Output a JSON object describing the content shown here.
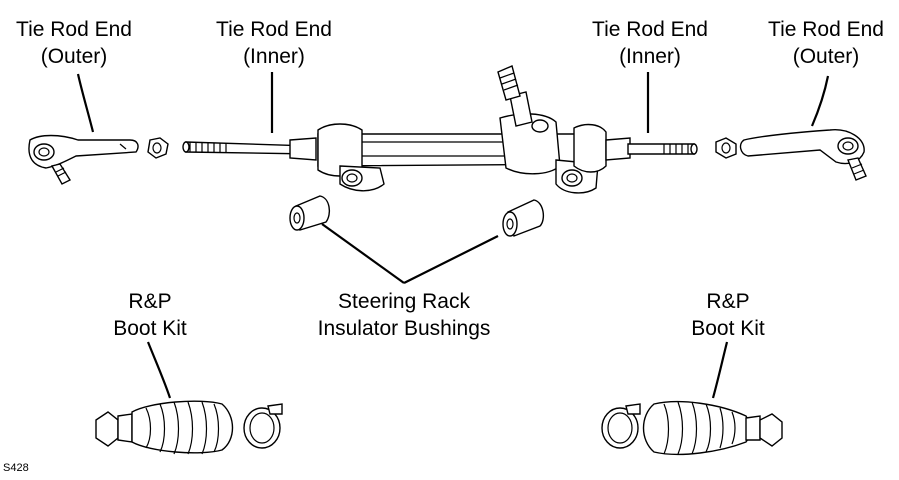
{
  "labels": {
    "tie_rod_outer_left": [
      "Tie Rod End",
      "(Outer)"
    ],
    "tie_rod_inner_left": [
      "Tie Rod End",
      "(Inner)"
    ],
    "tie_rod_inner_right": [
      "Tie Rod End",
      "(Inner)"
    ],
    "tie_rod_outer_right": [
      "Tie Rod End",
      "(Outer)"
    ],
    "boot_kit_left": [
      "R&P",
      "Boot Kit"
    ],
    "bushings": [
      "Steering Rack",
      "Insulator Bushings"
    ],
    "boot_kit_right": [
      "R&P",
      "Boot Kit"
    ]
  },
  "figure_code": "S428"
}
